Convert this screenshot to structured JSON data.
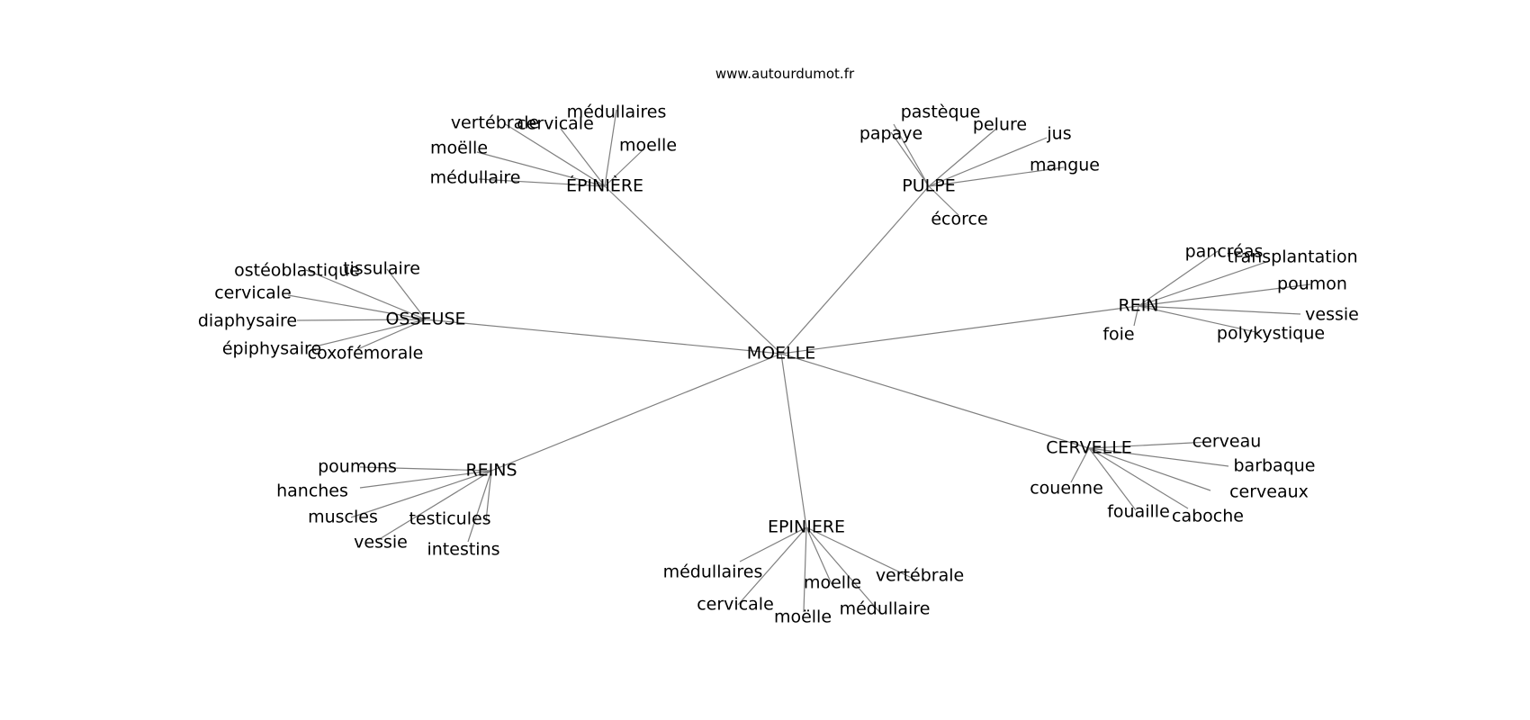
{
  "site": "www.autourdumot.fr",
  "center": "MOELLE",
  "hubs": [
    {
      "label": "ÉPINIÈRE",
      "leaves": [
        "vertébrale",
        "cervicale",
        "médullaires",
        "moelle",
        "moëlle",
        "médullaire"
      ]
    },
    {
      "label": "PULPE",
      "leaves": [
        "pastèque",
        "papaye",
        "pelure",
        "jus",
        "mangue",
        "écorce"
      ]
    },
    {
      "label": "OSSEUSE",
      "leaves": [
        "ostéoblastique",
        "tissulaire",
        "cervicale",
        "diaphysaire",
        "épiphysaire",
        "coxofémorale"
      ]
    },
    {
      "label": "REIN",
      "leaves": [
        "pancréas",
        "transplantation",
        "poumon",
        "vessie",
        "polykystique",
        "foie"
      ]
    },
    {
      "label": "REINS",
      "leaves": [
        "poumons",
        "hanches",
        "muscles",
        "testicules",
        "vessie",
        "intestins"
      ]
    },
    {
      "label": "CERVELLE",
      "leaves": [
        "cerveau",
        "barbaque",
        "cerveaux",
        "couenne",
        "fouaille",
        "caboche"
      ]
    },
    {
      "label": "EPINIERE",
      "leaves": [
        "médullaires",
        "cervicale",
        "moelle",
        "moëlle",
        "médullaire",
        "vertébrale"
      ]
    }
  ]
}
